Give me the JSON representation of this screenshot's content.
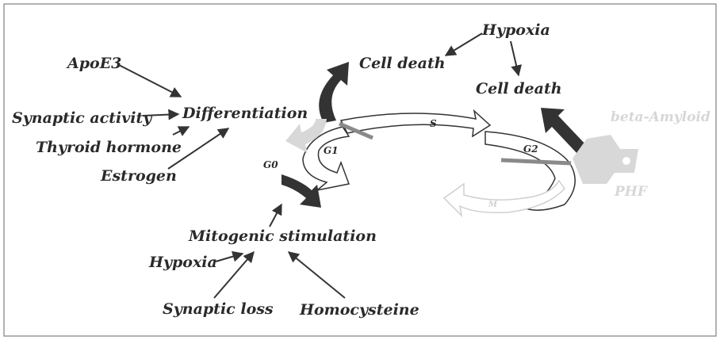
{
  "labels": {
    "apoe3": "ApoE3",
    "synaptic_activity": "Synaptic activity",
    "thyroid_hormone": "Thyroid hormone",
    "estrogen": "Estrogen",
    "differentiation": "Differentiation",
    "hypoxia_top": "Hypoxia",
    "cell_death_left": "Cell death",
    "cell_death_right": "Cell death",
    "beta_amyloid": "beta-Amyloid",
    "phf": "PHF",
    "g0": "G0",
    "g1": "G1",
    "s": "S",
    "g2": "G2",
    "m": "M",
    "mitogenic_stimulation": "Mitogenic stimulation",
    "hypoxia_bottom": "Hypoxia",
    "synaptic_loss": "Synaptic loss",
    "homocysteine": "Homocysteine"
  },
  "colors": {
    "text": "#2a2a2a",
    "dark_arrow": "#333333",
    "light_arrow": "#d8d8d8",
    "faint_text": "#d7d7d7",
    "bar": "#8a8a8a"
  }
}
